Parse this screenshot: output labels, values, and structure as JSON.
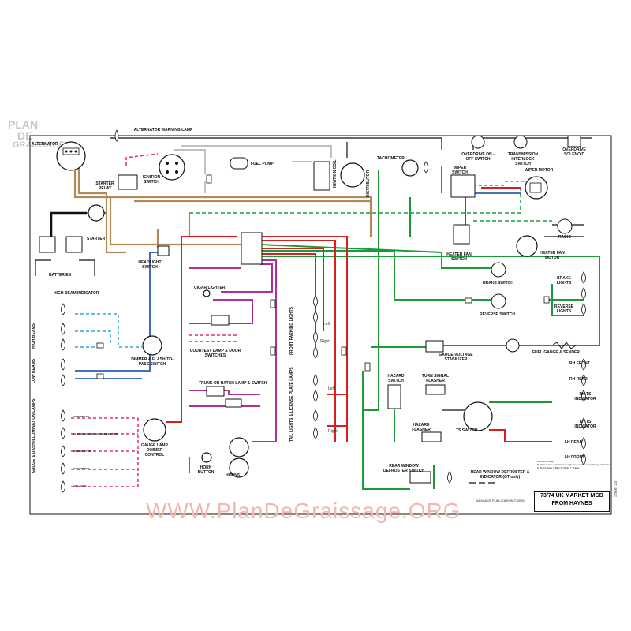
{
  "watermark": {
    "site": "WWW.PlanDeGraissage.ORG",
    "logo_line1": "PLAN",
    "logo_line2": "DE",
    "logo_line3": "GRAISSAGE"
  },
  "title": {
    "line1": "73/74 UK MARKET MGB",
    "line2": "FROM HAYNES"
  },
  "publisher": "ADVANCE PUBLICATION © 2005",
  "sheet": "Sheet 29",
  "components": {
    "alternator": "ALTERNATOR",
    "alternator_warning_lamp": "ALTERNATOR WARNING LAMP",
    "starter_relay": "STARTER RELAY",
    "ignition_switch": "IGNITION SWITCH",
    "fuel_pump": "FUEL PUMP",
    "ignition_coil": "IGNITION COIL",
    "distributor": "DISTRIBUTOR",
    "tachometer": "TACHOMETER",
    "overdrive_switch": "OVERDRIVE ON - OFF SWITCH",
    "transmission_interlock": "TRANSMISSION INTERLOCK SWITCH",
    "overdrive_solenoid": "OVERDRIVE SOLENOID",
    "wiper_switch": "WIPER SWITCH",
    "wiper_motor": "WIPER MOTOR",
    "radio": "RADIO",
    "heater_fan_switch": "HEATER FAN SWITCH",
    "heater_fan_motor": "HEATER FAN MOTOR",
    "starter": "STARTER",
    "batteries": "BATTERIES",
    "headlight_switch": "HEADLIGHT SWITCH",
    "brake_switch": "BRAKE SWITCH",
    "brake_lights": "BRAKE LIGHTS",
    "reverse_switch": "REVERSE SWITCH",
    "reverse_lights": "REVERSE LIGHTS",
    "high_beam_indicator": "HIGH BEAM INDICATOR",
    "cigar_lighter": "CIGAR LIGHTER",
    "courtesy_lamp": "COURTESY LAMP & DOOR SWITCHES",
    "dimmer_switch": "DIMMER & FLASH-TO-PASS SWITCH",
    "gauge_voltage_stabilizer": "GAUGE VOLTAGE STABILIZER",
    "fuel_gauge_sender": "FUEL GAUGE & SENDER",
    "front_parking_lights": "FRONT PARKING LIGHTS",
    "hazard_switch": "HAZARD SWITCH",
    "turn_signal_flasher": "TURN SIGNAL FLASHER",
    "rh_front": "RH FRONT",
    "rh_rear": "RH REAR",
    "rh_ts_indicator": "RH TS INDICATOR",
    "trunk_switch": "TRUNK OR HATCH LAMP & SWITCH",
    "tail_lights": "TAIL LIGHTS & LICENSE PLATE LAMPS",
    "hazard_flasher": "HAZARD FLASHER",
    "ts_switch": "TS SWITCH",
    "lh_ts_indicator": "LH TS INDICATOR",
    "lh_rear": "LH REAR",
    "lh_front": "LH FRONT",
    "gauge_lamp_dimmer": "GAUGE LAMP DIMMER CONTROL",
    "horn_button": "HORN BUTTON",
    "horns": "HORNS",
    "rear_defroster_switch": "REAR WINDOW DEFROSTER SWITCH",
    "rear_defroster": "REAR WINDOW DEFROSTER & INDICATOR (GT only)",
    "high_beams": "HIGH BEAMS",
    "low_beams": "LOW BEAMS",
    "gauge_lamps": "GAUGE & DASH ILLUMINATION LAMPS"
  },
  "side_labels": {
    "left": "Left",
    "right": "Right"
  },
  "gauge_lamp_rows": [
    "TACHOMETER",
    "OIL PRESSURE/WATER TEMPERATURE",
    "SPEEDOMETER",
    "TACHOMETER",
    "FUEL LEVEL"
  ],
  "legend": {
    "heading": "COLOR CODES",
    "codes": "B Black  G Green  K Pink  LG Light Green  N Brown  O Orange  P Purple  R Red  S Slate  U Blue  W White  Y Yellow"
  },
  "colors": {
    "red": "#d62020",
    "green": "#1b9a3a",
    "brown": "#b08a58",
    "purple": "#b0309a",
    "blue": "#2b5fb0",
    "black": "#111111",
    "gray": "#999999",
    "pink_dashed": "#e0306a",
    "cyan_dashed": "#2aa8d8",
    "orange": "#e08a20"
  }
}
